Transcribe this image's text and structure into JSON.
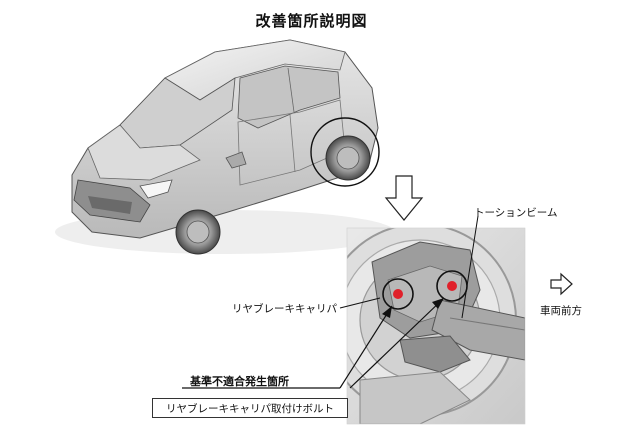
{
  "title": "改善箇所説明図",
  "labels": {
    "torsion_beam": "トーションビーム",
    "rear_caliper": "リヤブレーキキャリパ",
    "vehicle_front": "車両前方",
    "nonconformity": "基準不適合発生箇所",
    "bolt": "リヤブレーキキャリパ取付けボルト"
  },
  "icons": {
    "front_arrow": "right-arrow-icon",
    "zoom_arrow": "down-arrow-icon"
  },
  "colors": {
    "marker": "#e0202a"
  }
}
